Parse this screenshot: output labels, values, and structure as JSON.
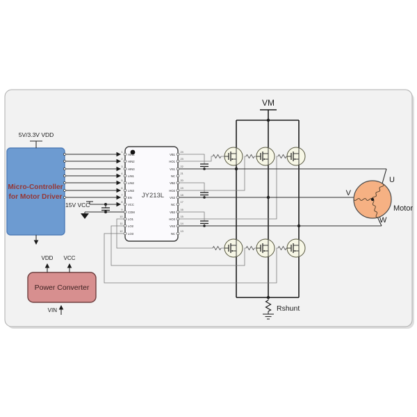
{
  "rails": {
    "mcu_vdd": "5V/3.3V VDD",
    "driver_vcc": "15V VCC",
    "motor_supply": "VM"
  },
  "mcu": {
    "label_line1": "Micro-Controller",
    "label_line2": "for Motor Driver"
  },
  "gate_driver": {
    "part_number": "JY213L",
    "left_pins": [
      {
        "num": "1",
        "label": "HIN1"
      },
      {
        "num": "2",
        "label": "HIN2"
      },
      {
        "num": "3",
        "label": "HIN3"
      },
      {
        "num": "4",
        "label": "LIN1"
      },
      {
        "num": "5",
        "label": "LIN2"
      },
      {
        "num": "6",
        "label": "LIN3"
      },
      {
        "num": "7",
        "label": "EN"
      },
      {
        "num": "8",
        "label": "VCC"
      },
      {
        "num": "9",
        "label": "COM"
      },
      {
        "num": "10",
        "label": "LO1"
      },
      {
        "num": "11",
        "label": "LO2"
      },
      {
        "num": "12",
        "label": "LO3"
      }
    ],
    "right_pins": [
      {
        "num": "24",
        "label": "VB1"
      },
      {
        "num": "23",
        "label": "HO1"
      },
      {
        "num": "22",
        "label": "VS1"
      },
      {
        "num": "21",
        "label": "NC"
      },
      {
        "num": "20",
        "label": "VB2"
      },
      {
        "num": "19",
        "label": "HO2"
      },
      {
        "num": "18",
        "label": "VS2"
      },
      {
        "num": "17",
        "label": "NC"
      },
      {
        "num": "16",
        "label": "VB3"
      },
      {
        "num": "15",
        "label": "HO3"
      },
      {
        "num": "14",
        "label": "VS3"
      },
      {
        "num": "13",
        "label": "NC"
      }
    ]
  },
  "power_converter": {
    "label": "Power Converter",
    "output1": "VDD",
    "output2": "VCC",
    "input": "VIN"
  },
  "motor": {
    "label": "Motor",
    "phase_u": "U",
    "phase_v": "V",
    "phase_w": "W"
  },
  "shunt": {
    "label": "Rshunt"
  },
  "colors": {
    "mcu_fill": "#6D9BD1",
    "mcu_border": "#4E7CB8",
    "mcu_text": "#953735",
    "converter_fill": "#D78F8F",
    "converter_border": "#6E3F3F",
    "motor_fill": "#F6B183",
    "motor_label": "#00B050",
    "ic_fill": "#FBFAFD",
    "fet_fill": "#F7F7E6",
    "panel_fill": "#F2F2F2"
  }
}
